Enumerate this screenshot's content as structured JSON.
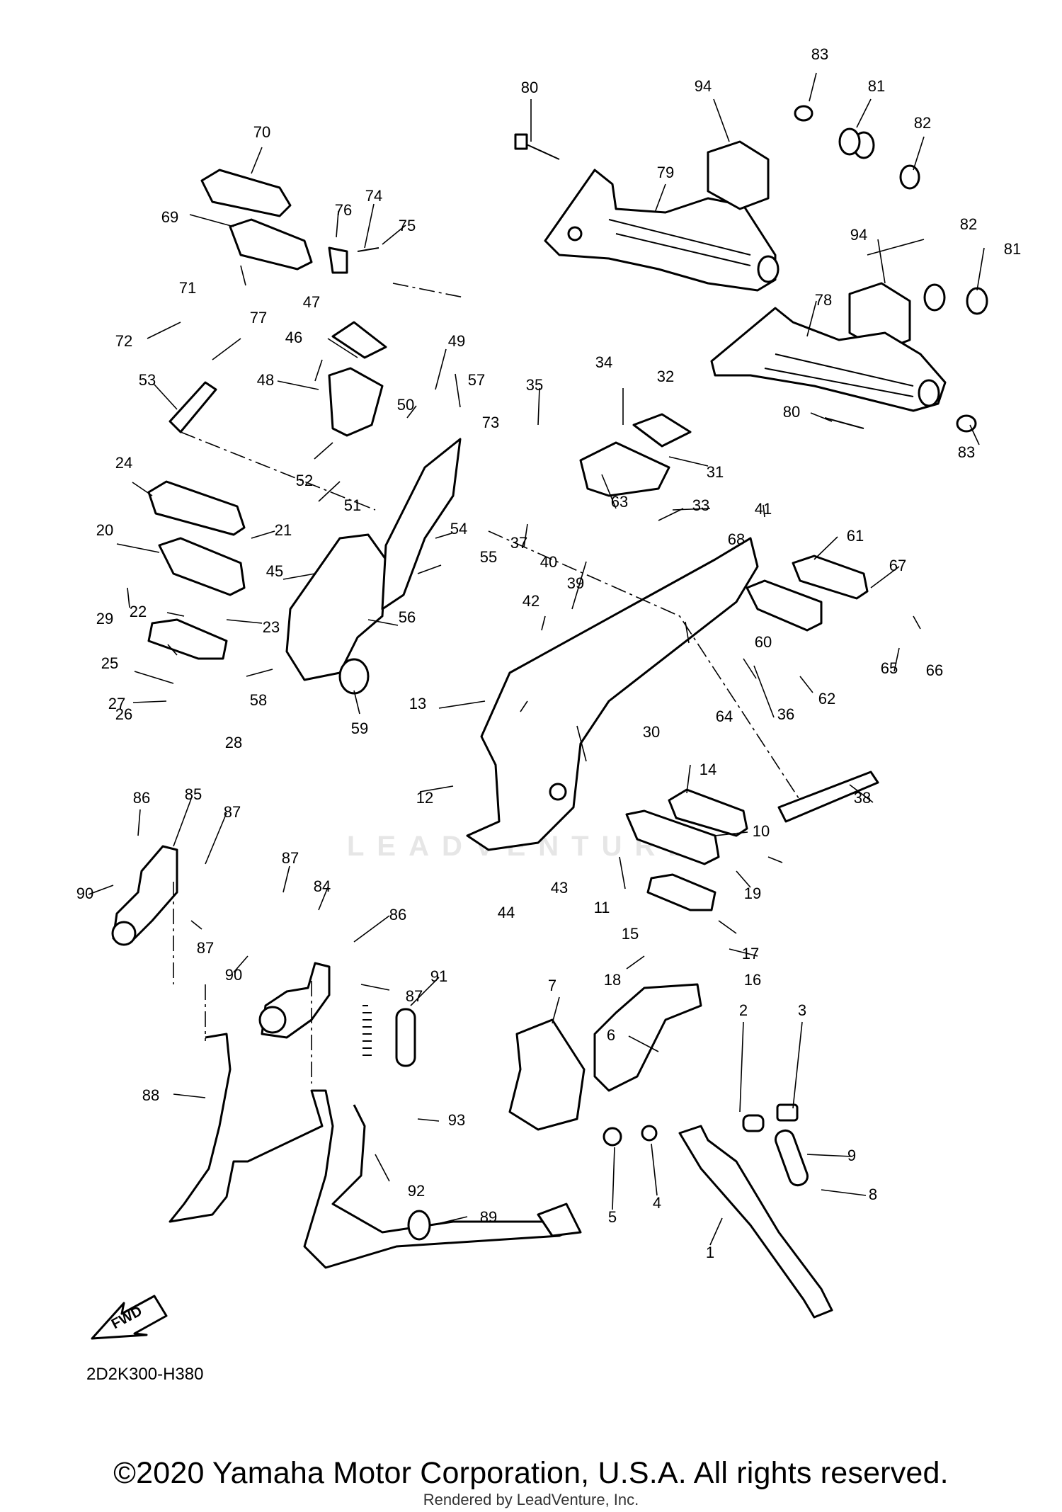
{
  "diagram": {
    "code": "2D2K300-H380",
    "fwd_label": "FWD",
    "watermark": "LEADVENTURE",
    "callouts": [
      "1",
      "2",
      "3",
      "4",
      "5",
      "6",
      "7",
      "8",
      "9",
      "10",
      "11",
      "12",
      "13",
      "14",
      "15",
      "16",
      "17",
      "18",
      "19",
      "20",
      "21",
      "22",
      "23",
      "24",
      "25",
      "26",
      "27",
      "28",
      "29",
      "30",
      "31",
      "32",
      "33",
      "34",
      "35",
      "36",
      "37",
      "38",
      "39",
      "40",
      "41",
      "42",
      "43",
      "44",
      "45",
      "46",
      "47",
      "48",
      "49",
      "50",
      "51",
      "52",
      "53",
      "54",
      "55",
      "56",
      "57",
      "58",
      "59",
      "60",
      "61",
      "62",
      "63",
      "64",
      "65",
      "66",
      "67",
      "68",
      "69",
      "70",
      "71",
      "72",
      "73",
      "74",
      "75",
      "76",
      "77",
      "78",
      "79",
      "80",
      "80",
      "81",
      "81",
      "82",
      "82",
      "83",
      "83",
      "84",
      "85",
      "86",
      "86",
      "87",
      "87",
      "87",
      "87",
      "88",
      "89",
      "90",
      "90",
      "91",
      "92",
      "93",
      "94",
      "94"
    ]
  },
  "footer": {
    "copyright": "©2020 Yamaha Motor Corporation, U.S.A. All rights reserved.",
    "rendered_by": "Rendered by LeadVenture, Inc."
  }
}
